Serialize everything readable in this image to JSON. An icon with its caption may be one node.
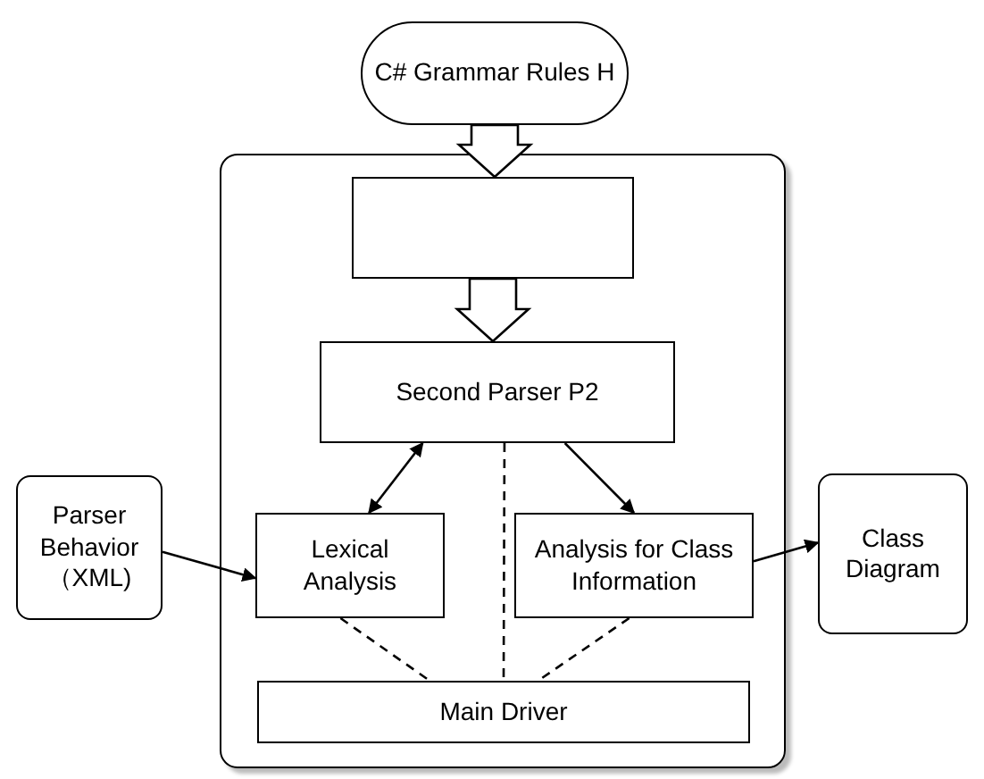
{
  "diagram": {
    "nodes": [
      {
        "text": [
          "C# Grammar Rules H"
        ]
      },
      {
        "text": [],
        "shape": "box"
      },
      {
        "text": [],
        "shape": "box",
        "in": 1
      },
      {
        "text": [
          "Second Parser P2"
        ],
        "in": 1
      },
      {
        "text": [
          "Lexical Analysis"
        ],
        "in": 1
      },
      {
        "text": [
          "Analysis for Class Information"
        ],
        "in": 1
      },
      {
        "text": [
          "Main Driver"
        ],
        "in": 1
      },
      {
        "text": [
          "Parser Behavior （XML)"
        ]
      },
      {
        "text": [
          "Class Diagram"
        ]
      }
    ],
    "edges": [
      {
        "from": 0,
        "to": 2,
        "arrow": "to",
        "style": "thick"
      },
      {
        "from": 2,
        "to": 3,
        "arrow": "to",
        "style": "thick"
      },
      {
        "from": 3,
        "to": 4,
        "arrow": "both"
      },
      {
        "from": 3,
        "to": 5,
        "arrow": "to"
      },
      {
        "from": 7,
        "to": 4,
        "arrow": "to"
      },
      {
        "from": 5,
        "to": 8,
        "arrow": "to"
      },
      {
        "from": 4,
        "to": 6,
        "arrow": "none",
        "style": "dashed"
      },
      {
        "from": 3,
        "to": 6,
        "arrow": "none",
        "style": "dashed"
      },
      {
        "from": 5,
        "to": 6,
        "arrow": "none",
        "style": "dashed"
      }
    ]
  }
}
